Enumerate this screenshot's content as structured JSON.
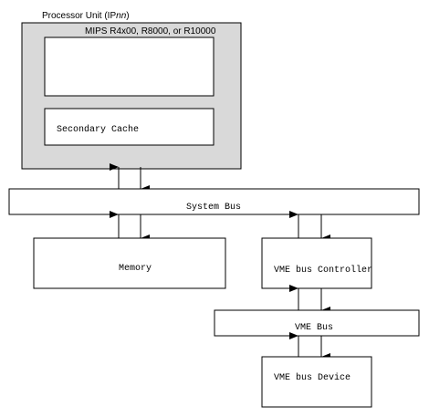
{
  "processor_unit": {
    "label_prefix": "Processor Unit (IP",
    "label_italic": "nn",
    "label_suffix": ")"
  },
  "cpu": {
    "label": "MIPS R4x00, R8000, or R10000"
  },
  "secondary_cache": {
    "label": "Secondary Cache"
  },
  "system_bus": {
    "label": "System Bus"
  },
  "memory": {
    "label": "Memory"
  },
  "vme_controller": {
    "label": "VME bus Controller"
  },
  "vme_bus": {
    "label": "VME Bus"
  },
  "vme_device": {
    "label": "VME bus Device"
  },
  "colors": {
    "processor_fill": "#d9d9d9",
    "stroke": "#000000",
    "background": "#ffffff"
  }
}
